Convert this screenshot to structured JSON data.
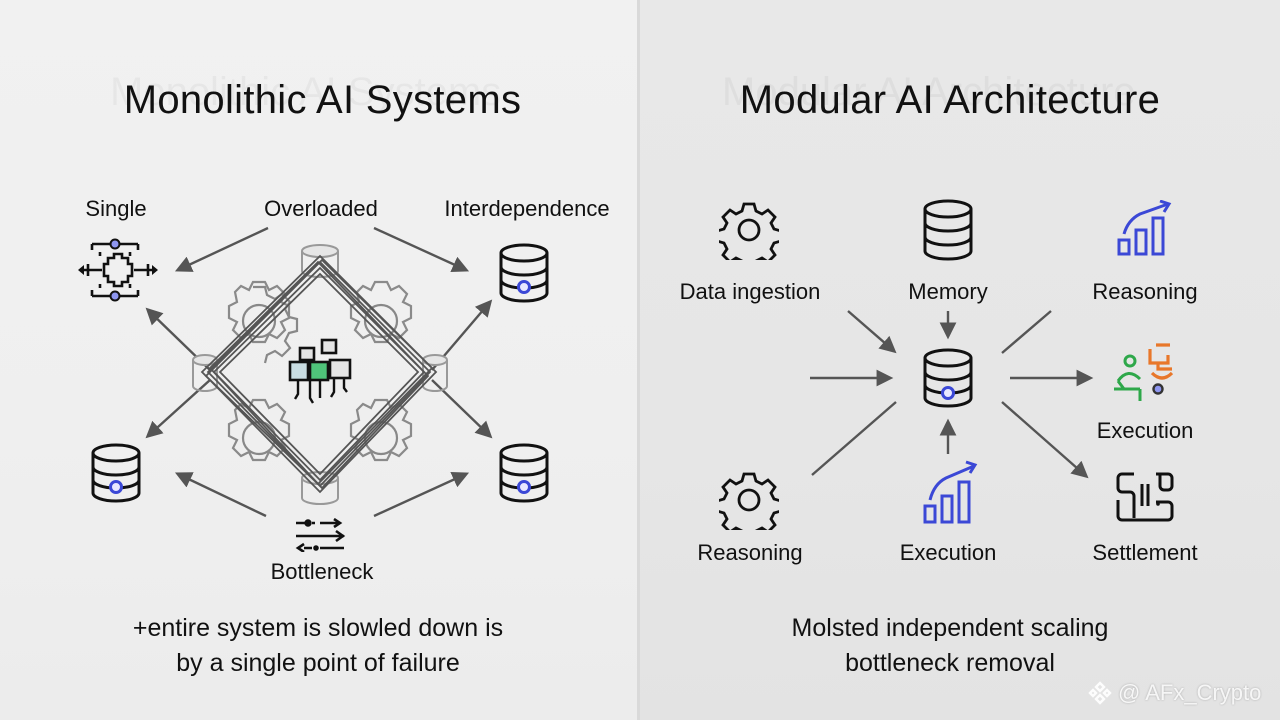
{
  "left_panel": {
    "title": "Monolithic AI Systems",
    "labels": {
      "single": "Single",
      "overloaded": "Overloaded",
      "interdependence": "Interdependence",
      "bottleneck": "Bottleneck"
    },
    "caption": {
      "line1": "+entire system  is slowled down  is",
      "line2": "by a single point of failure"
    },
    "icons": [
      "circuit-chip-icon",
      "database-icon",
      "database-icon",
      "database-icon",
      "tangled-core-icon",
      "gear-icon",
      "bottleneck-arrows-icon"
    ]
  },
  "right_panel": {
    "title": "Modular AI Architecture",
    "modules": [
      {
        "label": "Data ingestion",
        "icon": "gear-icon"
      },
      {
        "label": "Memory",
        "icon": "database-icon"
      },
      {
        "label": "Reasoning",
        "icon": "growth-chart-icon"
      },
      {
        "label": "Execution",
        "icon": "people-network-icon"
      },
      {
        "label": "Settlement",
        "icon": "maze-circuit-icon"
      },
      {
        "label": "Reasoning",
        "icon": "gear-icon"
      },
      {
        "label": "Execution",
        "icon": "growth-chart-icon"
      }
    ],
    "hub_icon": "database-icon",
    "caption": {
      "line1": "Molsted independent scaling",
      "line2": "bottleneck removal"
    }
  },
  "colors": {
    "accent_blue": "#3b48d6",
    "accent_green": "#2ea84a",
    "accent_orange": "#e8772a",
    "arrow_gray": "#555555",
    "ink": "#111111"
  },
  "watermark": {
    "text": "@ AFx_Crypto"
  }
}
